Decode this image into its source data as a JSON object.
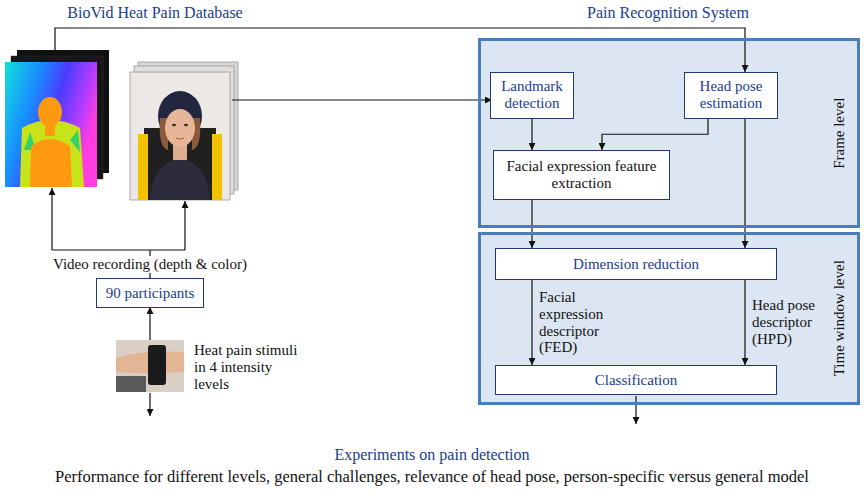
{
  "diagram": {
    "nodes": [
      {
        "text": [
          "Frame level"
        ]
      },
      {
        "text": [
          "Landmark detection"
        ],
        "in": 0
      },
      {
        "text": [
          "Head pose estimation"
        ],
        "in": 0
      },
      {
        "text": [
          "Facial expression feature extraction"
        ],
        "in": 0
      },
      {
        "text": [
          "Time window level"
        ]
      },
      {
        "text": [
          "Dimension reduction"
        ],
        "in": 4
      },
      {
        "text": [
          "Classification"
        ],
        "in": 4
      },
      {
        "text": [
          "90 participants"
        ]
      }
    ],
    "edges": [
      {
        "from": 1,
        "to": 3,
        "arrow": "to"
      },
      {
        "from": 2,
        "to": 3,
        "arrow": "to"
      },
      {
        "from": 3,
        "to": 5,
        "arrow": "to"
      },
      {
        "from": 2,
        "to": 5,
        "arrow": "to"
      },
      {
        "from": 5,
        "to": 6,
        "label": "Facial expression descriptor (FED)",
        "arrow": "to"
      },
      {
        "from": 5,
        "to": 6,
        "label": "Head pose descriptor (HPD)",
        "arrow": "to"
      }
    ],
    "labels": [
      "BioVid Heat Pain Database",
      "Pain Recognition System",
      "Video recording (depth & color)",
      "Heat pain stimuli in 4 intensity levels",
      "Experiments on pain detection",
      "Performance for different levels, general challenges, relevance of head pose, person-specific versus general model"
    ]
  }
}
